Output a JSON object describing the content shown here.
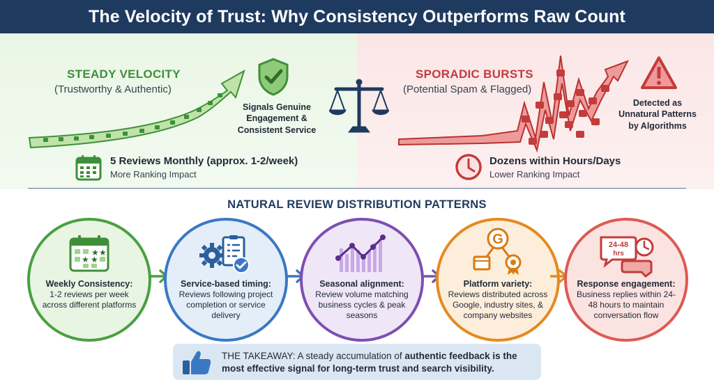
{
  "header": {
    "title": "The Velocity of Trust: Why Consistency Outperforms Raw Count"
  },
  "steady": {
    "title": "STEADY VELOCITY",
    "subtitle": "(Trustworthy & Authentic)",
    "signal_line1": "Signals Genuine",
    "signal_line2": "Engagement &",
    "signal_line3": "Consistent Service",
    "metric_main": "5 Reviews Monthly (approx. 1-2/week)",
    "metric_sub": "More Ranking Impact"
  },
  "sporadic": {
    "title": "SPORADIC BURSTS",
    "subtitle": "(Potential Spam & Flagged)",
    "detected_line1": "Detected as",
    "detected_line2": "Unnatural Patterns",
    "detected_line3": "by Algorithms",
    "metric_main": "Dozens within Hours/Days",
    "metric_sub": "Lower Ranking Impact"
  },
  "patterns": {
    "section_title": "NATURAL REVIEW DISTRIBUTION PATTERNS",
    "items": [
      {
        "title": "Weekly Consistency:",
        "desc": "1-2 reviews per week across different platforms"
      },
      {
        "title": "Service-based timing:",
        "desc": "Reviews following project completion or service delivery"
      },
      {
        "title": "Seasonal alignment:",
        "desc": "Review volume matching business cycles & peak seasons"
      },
      {
        "title": "Platform variety:",
        "desc": "Reviews distributed across Google, industry sites, & company websites"
      },
      {
        "title": "Response engagement:",
        "desc": "Business replies within 24-48 hours to maintain conversation flow"
      }
    ],
    "clock_label": "24-48",
    "clock_unit": "hrs",
    "google_letter": "G"
  },
  "takeaway": {
    "prefix": "THE TAKEAWAY: A steady accumulation of ",
    "bold1": "authentic feedback is the",
    "bold2": "most effective signal for long-term trust and search visibility."
  },
  "colors": {
    "navy": "#1f3a5f",
    "green": "#4aa041",
    "red": "#c43b3b",
    "blue": "#3a78c4",
    "purple": "#7d4fb0",
    "orange": "#e58a1f",
    "coral": "#dd5a52"
  },
  "icons": [
    "calendar-icon",
    "shield-check-icon",
    "balance-scale-icon",
    "warning-triangle-icon",
    "clock-icon",
    "gear-checklist-icon",
    "line-chart-icon",
    "google-platforms-icon",
    "chat-clock-icon",
    "thumbs-up-icon"
  ]
}
